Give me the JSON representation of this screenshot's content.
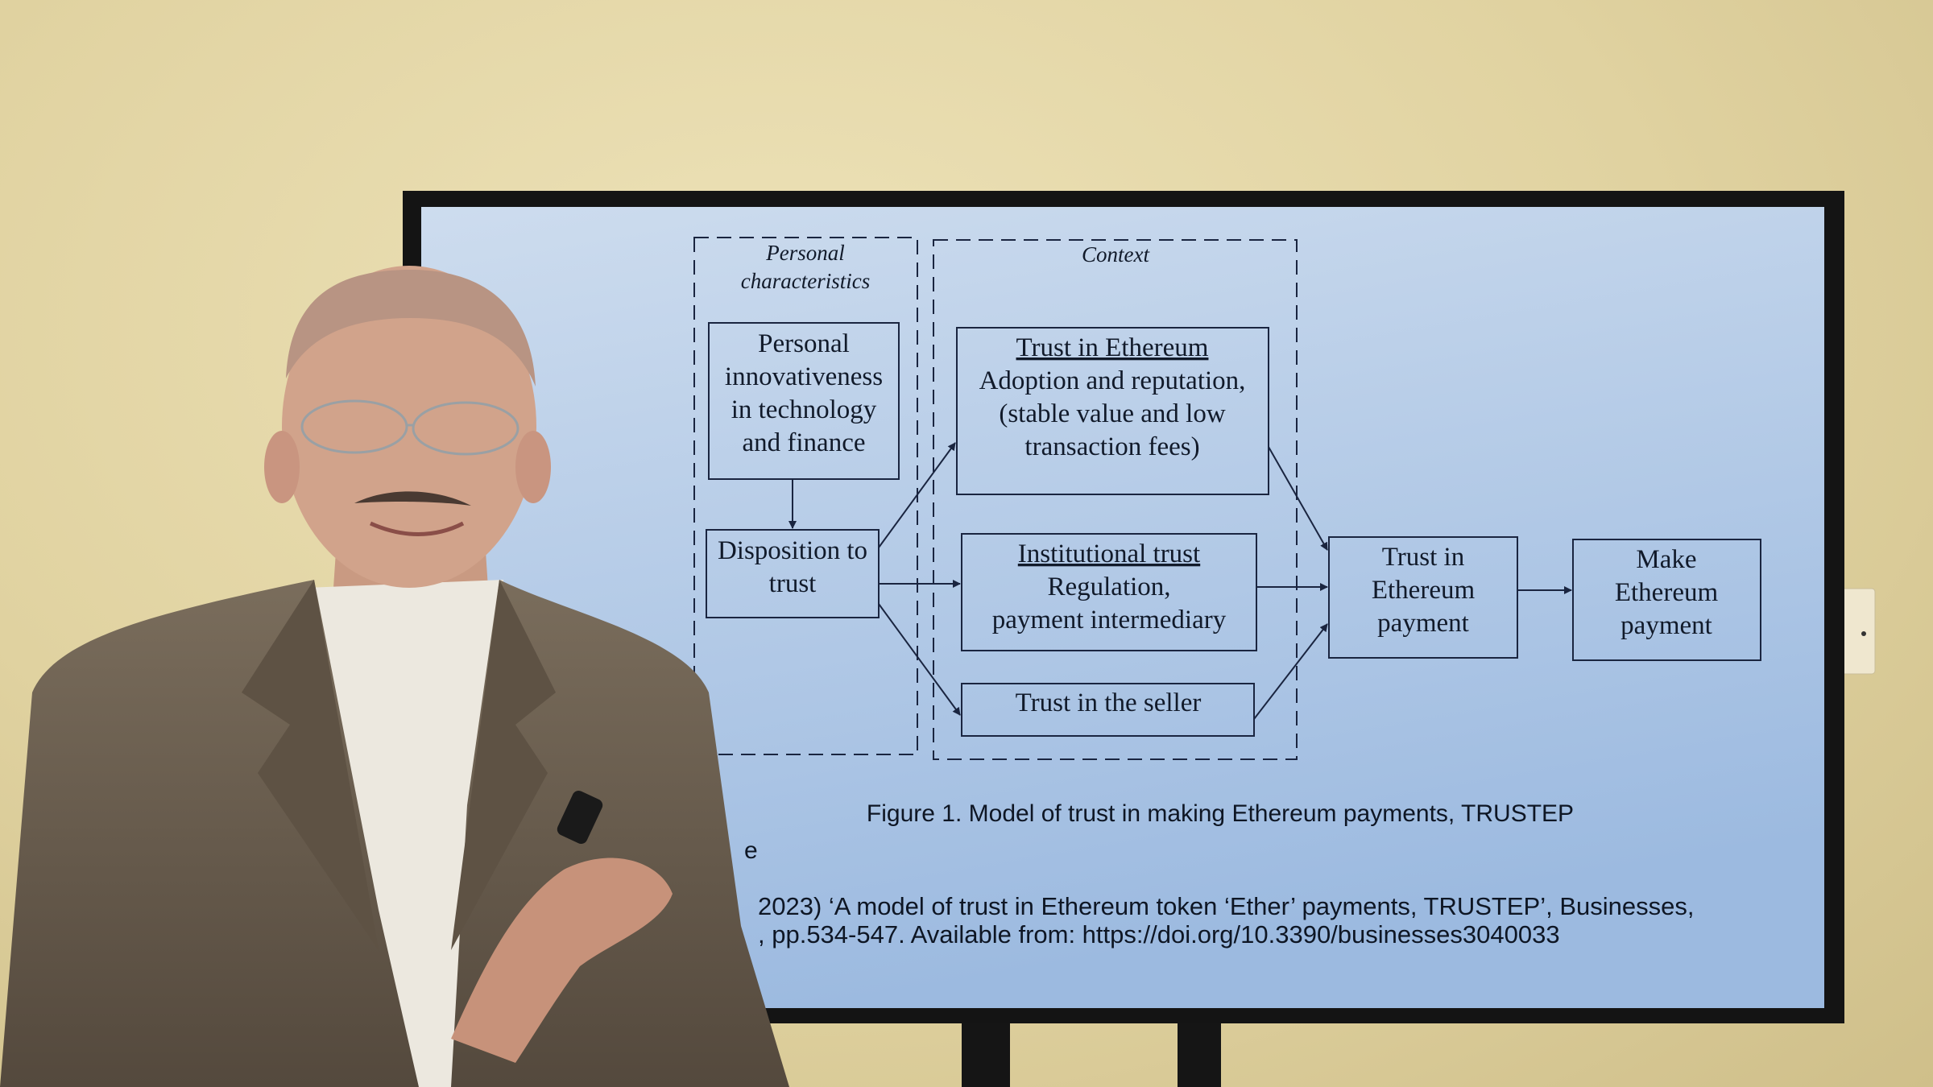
{
  "slide": {
    "groups": {
      "personal": [
        "Personal",
        "characteristics"
      ],
      "context": "Context"
    },
    "boxes": {
      "innovativeness": [
        "Personal",
        "innovativeness",
        "in technology",
        "and finance"
      ],
      "disposition": [
        "Disposition to",
        "trust"
      ],
      "trust_ethereum": {
        "title": "Trust in Ethereum",
        "lines": [
          "Adoption and reputation,",
          "(stable value and low",
          "transaction fees)"
        ]
      },
      "institutional": {
        "title": "Institutional trust",
        "lines": [
          "Regulation,",
          "payment intermediary"
        ]
      },
      "seller": "Trust in the seller",
      "trust_payment": [
        "Trust in",
        "Ethereum",
        "payment"
      ],
      "make_payment": [
        "Make",
        "Ethereum",
        "payment"
      ]
    },
    "caption": "Figure 1. Model of trust in making Ethereum payments, TRUSTEP",
    "partial_line": "e",
    "citation": [
      "2023) ‘A model of trust in Ethereum token ‘Ether’ payments, TRUSTEP’, Businesses,",
      ", pp.534-547. Available from: https://doi.org/10.3390/businesses3040033"
    ]
  },
  "colors": {
    "wall": "#e3d6a6",
    "screen_top": "#c9d9ec",
    "screen_bottom": "#9dbbe0",
    "bezel": "#141414",
    "jacket": "#6b5e4e",
    "shirt": "#ece8df"
  }
}
